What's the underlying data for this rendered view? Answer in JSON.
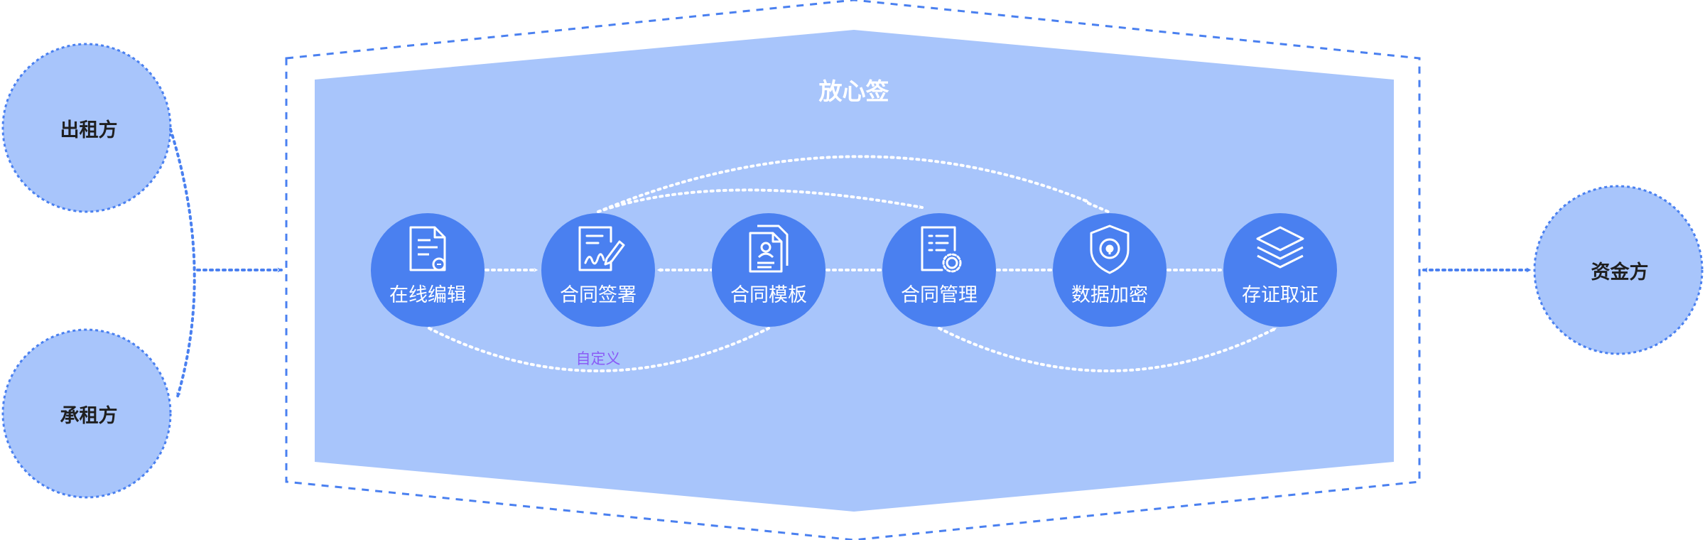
{
  "diagram": {
    "title": "放心签",
    "parties": {
      "lessor": "出租方",
      "lessee": "承租方",
      "funder": "资金方"
    },
    "nodes": [
      {
        "id": "online-edit",
        "label": "在线编辑",
        "icon": "document-edit-icon"
      },
      {
        "id": "contract-sign",
        "label": "合同签署",
        "icon": "signature-pen-icon"
      },
      {
        "id": "contract-template",
        "label": "合同模板",
        "icon": "template-files-icon"
      },
      {
        "id": "contract-manage",
        "label": "合同管理",
        "icon": "list-gear-icon"
      },
      {
        "id": "data-encrypt",
        "label": "数据加密",
        "icon": "shield-lock-icon"
      },
      {
        "id": "evidence-store",
        "label": "存证取证",
        "icon": "layers-stack-icon"
      }
    ],
    "note": "自定义",
    "colors": {
      "circle_fill": "#a8c5fb",
      "circle_border": "#4a80f0",
      "panel_fill": "#a8c5fb",
      "node_fill": "#4a80f0",
      "connector": "#ffffff",
      "note_text": "#8a5cf6"
    }
  }
}
